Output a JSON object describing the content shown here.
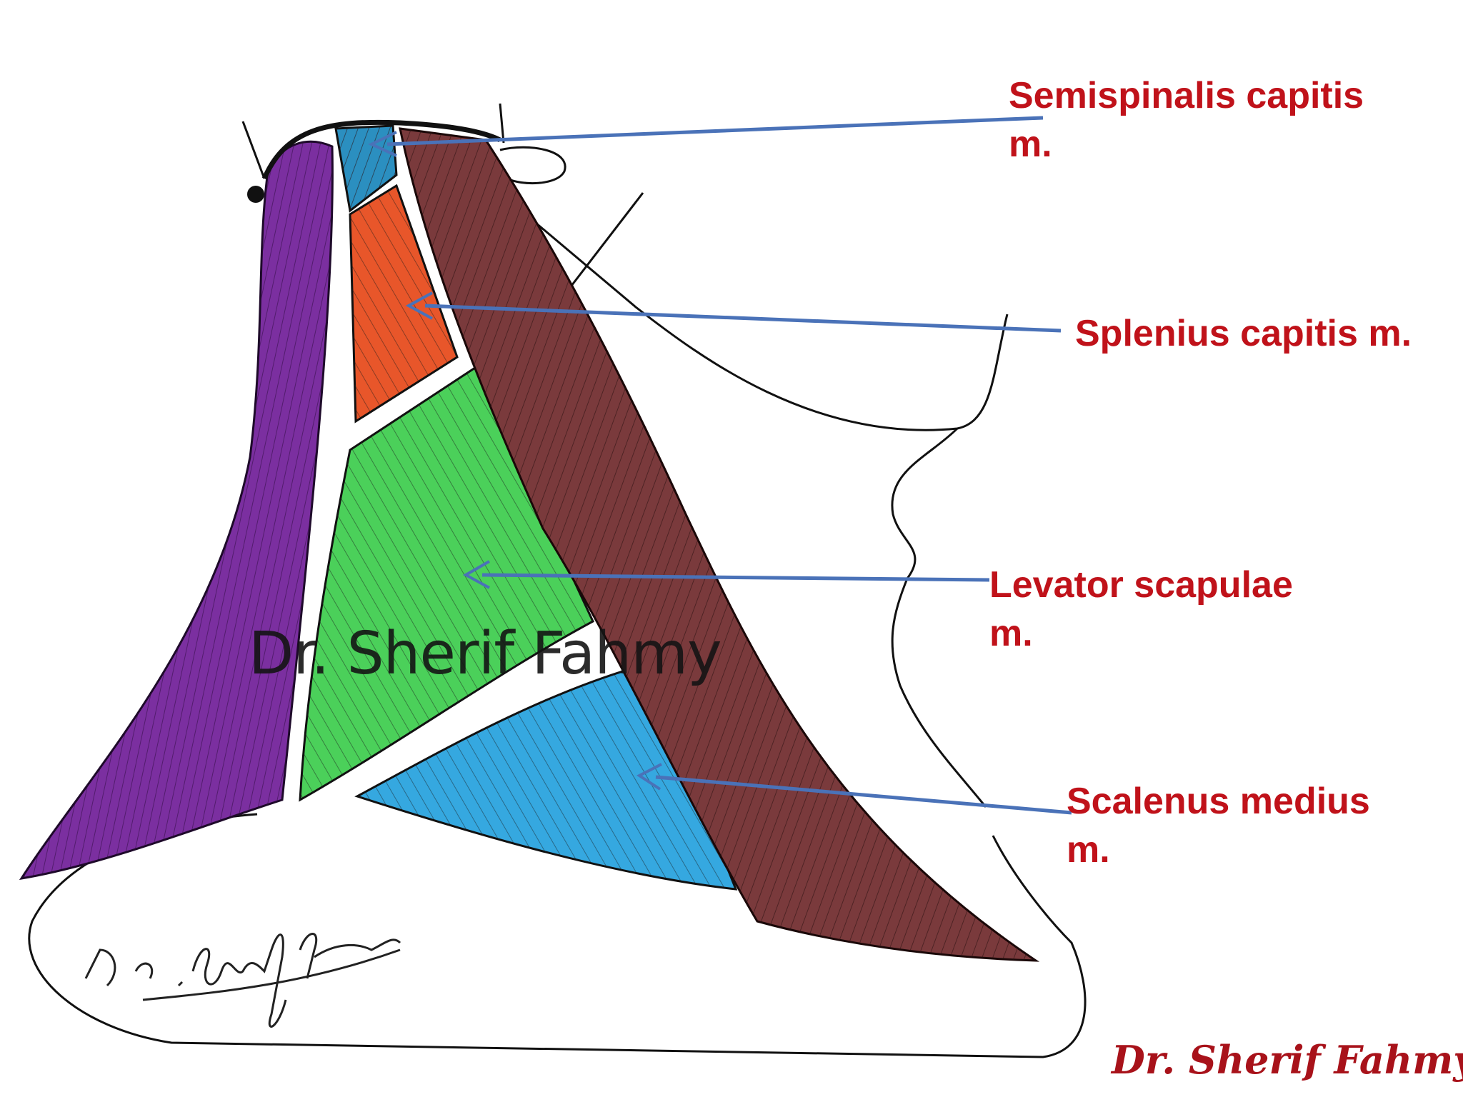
{
  "labels": {
    "semispinalis": {
      "line1": "Semispinalis capitis",
      "line2": "m."
    },
    "splenius": {
      "line1": "Splenius capitis m."
    },
    "levator": {
      "line1": "Levator scapulae",
      "line2": "m."
    },
    "scalenus": {
      "line1": "Scalenus medius",
      "line2": "m."
    }
  },
  "watermark": "Dr. Sherif Fahmy",
  "credit": "Dr. Sherif Fahmy",
  "colors": {
    "trapezius": "#7b2fa0",
    "semispinalis": "#2b8fc0",
    "splenius": "#e8562a",
    "levator": "#4bd05a",
    "scalenus": "#35a8e0",
    "sternocleidomastoid": "#7a3a3c",
    "label_text": "#c0121a",
    "pointer_line": "#4a72b8"
  }
}
